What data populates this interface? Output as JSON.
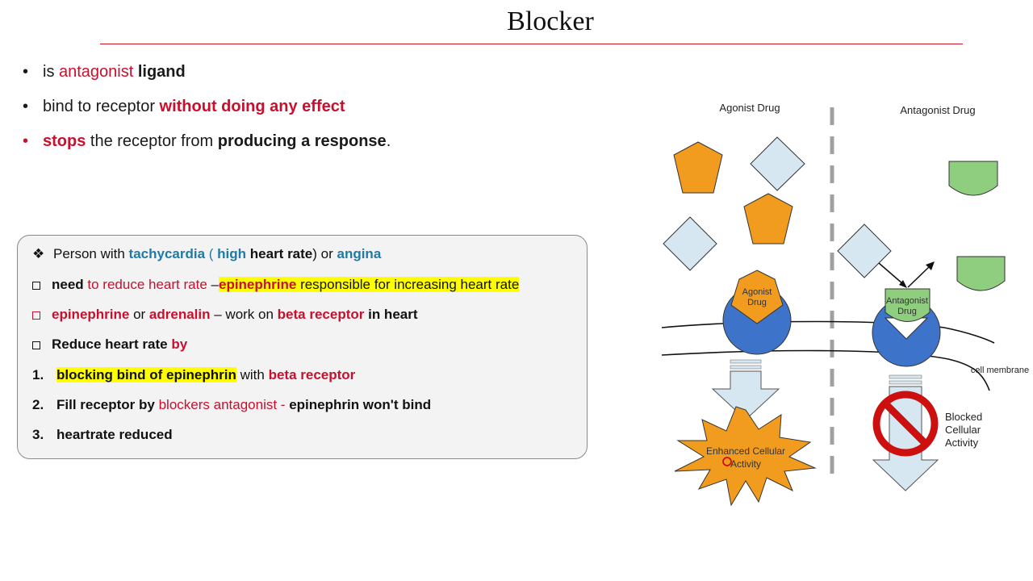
{
  "title": "Blocker",
  "bullets": {
    "b1": {
      "dot": "•",
      "pre": "is ",
      "antagonist": "antagonist",
      "ligand": " ligand"
    },
    "b2": {
      "dot": "•",
      "pre": "bind to receptor ",
      "effect": "without doing any effect"
    },
    "b3": {
      "dot": "•",
      "stops": "stops",
      "mid": " the receptor from ",
      "response": "producing a response",
      "end": "."
    }
  },
  "box": {
    "r1": {
      "marker": "❖",
      "pre": "Person with ",
      "tachy": "tachycardia",
      "paren": " ( ",
      "high": "high",
      "heart": " heart rate",
      "close": ") or ",
      "angina": "angina"
    },
    "r2": {
      "need": "need",
      "reduce": " to reduce heart rate ",
      "dash": "–",
      "epi": "epinephrine",
      "resp": " responsible for increasing heart rate"
    },
    "r3": {
      "epi": "epinephrine",
      "or": " or ",
      "adr": "adrenalin",
      "work": " – work on ",
      "beta": "beta receptor",
      "heart": " in heart"
    },
    "r4": {
      "reduce": "Reduce heart rate ",
      "by": "by"
    },
    "r5": {
      "num": "1.",
      "block": "blocking bind of epinephrin",
      "with": " with ",
      "beta": "beta receptor"
    },
    "r6": {
      "num": "2.",
      "fill": "Fill receptor by ",
      "blockers": "blockers antagonist - ",
      "wont": "epinephrin won't bind"
    },
    "r7": {
      "num": "3.",
      "text": "heartrate reduced"
    }
  },
  "diagram": {
    "agonist_header": "Agonist Drug",
    "antagonist_header": "Antagonist Drug",
    "agonist_bound": [
      "Agonist",
      "Drug"
    ],
    "antagonist_bound": [
      "Antagonist",
      "Drug"
    ],
    "cell_membrane": "cell membrane",
    "enhanced": [
      "Enhanced Cellular",
      "Activity"
    ],
    "blocked": [
      "Blocked",
      "Cellular",
      "Activity"
    ],
    "colors": {
      "agonist": "#f19c1f",
      "receptor": "#3d74c9",
      "antagonist": "#8fce7f",
      "diamond": "#d6e7f1",
      "block": "#cc1010",
      "dash": "#999999"
    }
  }
}
